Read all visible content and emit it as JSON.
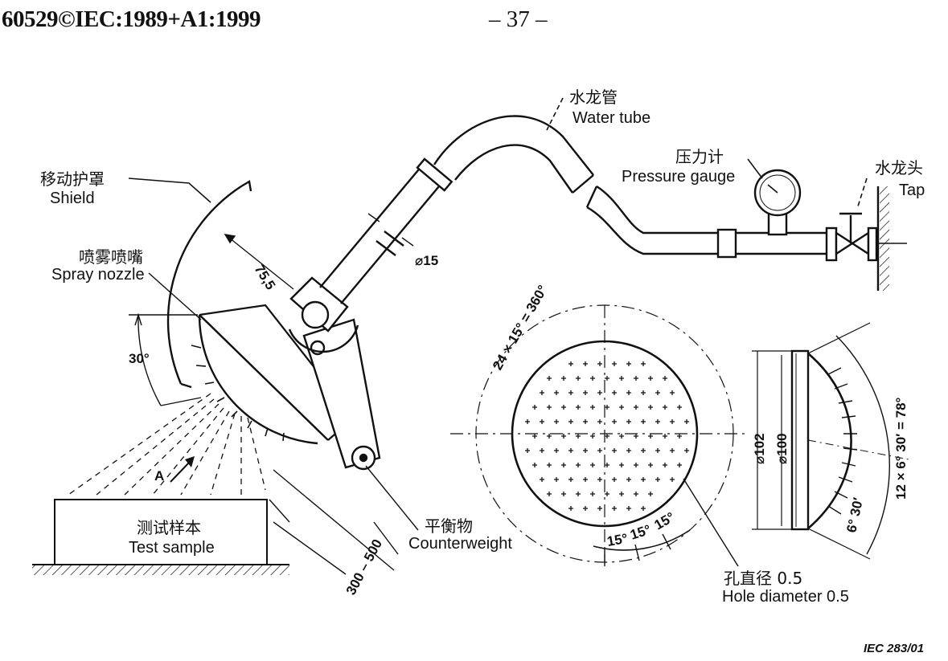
{
  "header": {
    "standard": "60529©IEC:1989+A1:1999",
    "page": "– 37 –"
  },
  "labels": {
    "water_tube_cn": "水龙管",
    "water_tube_en": "Water tube",
    "pressure_gauge_cn": "压力计",
    "pressure_gauge_en": "Pressure gauge",
    "tap_cn": "水龙头",
    "tap_en": "Tap",
    "shield_cn": "移动护罩",
    "shield_en": "Shield",
    "spray_nozzle_cn": "喷雾喷嘴",
    "spray_nozzle_en": "Spray nozzle",
    "test_sample_cn": "测试样本",
    "test_sample_en": "Test sample",
    "counterweight_cn": "平衡物",
    "counterweight_en": "Counterweight",
    "hole_diameter_cn": "孔直径 0.5",
    "hole_diameter_en": "Hole diameter 0.5",
    "view_a": "A"
  },
  "dimensions": {
    "radius_75": "75,5",
    "angle_30": "30°",
    "tube_dia": "⌀15",
    "distance": "300 – 500",
    "holes_angle": "24 × 15° = 360°",
    "d102": "⌀102",
    "d100": "⌀100",
    "fifteen": "15°",
    "arc_78": "12 × 6° 30′ = 78°",
    "six_30": "6° 30′"
  },
  "figure_ref": "IEC   283/01"
}
